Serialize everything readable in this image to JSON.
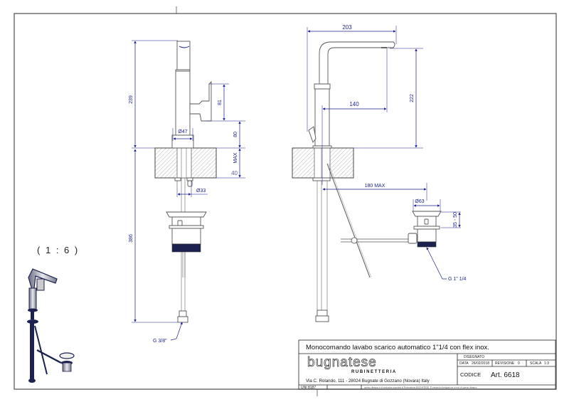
{
  "drawing": {
    "scale_label": "( 1 : 6 )",
    "front_view": {
      "dimensions": {
        "total_height_above": "239",
        "lever_height": "81",
        "lever_base_height": "80",
        "body_diameter": "Ø47",
        "max_thickness_word": "MAX",
        "max_thickness_value": "40",
        "hole_diameter": "Ø33",
        "depth_below": "386",
        "flex_thread": "G 3/8\""
      }
    },
    "side_view": {
      "dimensions": {
        "spout_length": "203",
        "spout_reach": "140",
        "spout_height": "222",
        "drain_offset": "180 MAX",
        "drain_diameter": "Ø63",
        "drain_range": "35 - 50",
        "drain_thread": "G 1\" 1/4"
      }
    }
  },
  "title_block": {
    "title": "Monocomando lavabo scarico automatico 1\"1/4 con flex inox.",
    "brand": "bugnatese",
    "brand_sub": "RUBINETTERIA",
    "address": "Via C. Rolando, 111 - 28024 Bugnate di Gozzano (Novara) Italy",
    "disegnato_label": "DISEGNATO",
    "data_label": "DATA",
    "data_value": "26/02/2018",
    "revisione_label": "REVISIONE",
    "revisione_value": "0",
    "scala_label": "SCALA",
    "scala_value": "1:3",
    "codice_label": "CODICE",
    "codice_value": "Art. 6618",
    "standard": "UNI 8187",
    "notice": "questo disegno è di esclusiva proprietà di Rubinetteria BUGNATESE. È vietata la divulgazione a terzi di questo disegno"
  },
  "colors": {
    "dimension": "#1a1f8c",
    "frame": "#666666",
    "part": "#555555",
    "hatch": "#888888",
    "thread": "#1c2150"
  }
}
